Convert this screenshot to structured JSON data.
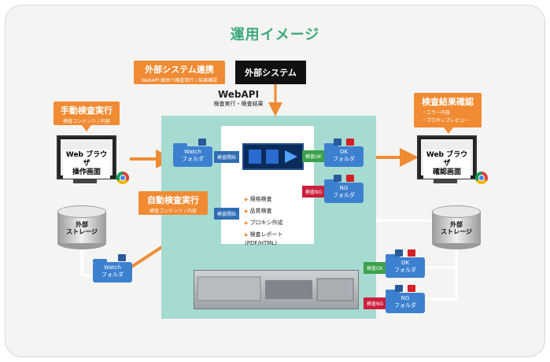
{
  "title": "運用イメージ",
  "external_system": {
    "callout_title": "外部システム連携",
    "callout_sub": "WebAPI 経由で検査実行 / 結果確認",
    "box_label": "外部システム"
  },
  "webapi": {
    "title": "WebAPI",
    "sub": "検査実行・検査結果"
  },
  "manual": {
    "title": "手動検査実行",
    "sub": "検査コンテンツ / 内容",
    "monitor_label": "Web ブラウザ\n操作画面"
  },
  "auto": {
    "title": "自動検査実行",
    "sub": "検査コンテンツ / 内容"
  },
  "result": {
    "title": "検査結果確認",
    "sub1": "・エラー内容",
    "sub2": "・プロキシプレビュー",
    "monitor_label": "Web ブラウザ\n確認画面"
  },
  "storage_left": "外部\nストレージ",
  "storage_right": "外部\nストレージ",
  "watch_folder_top": "Watch\nフォルダ",
  "watch_folder_bottom": "Watch\nフォルダ",
  "label_start_top": "検査開始",
  "label_start_mid": "検査開始",
  "label_ok_top": "検査OK",
  "label_ng_top": "検査NG",
  "label_ok_bottom": "検査OK",
  "label_ng_bottom": "検査NG",
  "ok_folder_top": "OK\nフォルダ",
  "ng_folder_top": "NG\nフォルダ",
  "ok_folder_bottom": "OK\nフォルダ",
  "ng_folder_bottom": "NG\nフォルダ",
  "bullets": [
    "規格検査",
    "品質検査",
    "プロキシ作成",
    "検査レポート\n(PDF/HTML)"
  ]
}
